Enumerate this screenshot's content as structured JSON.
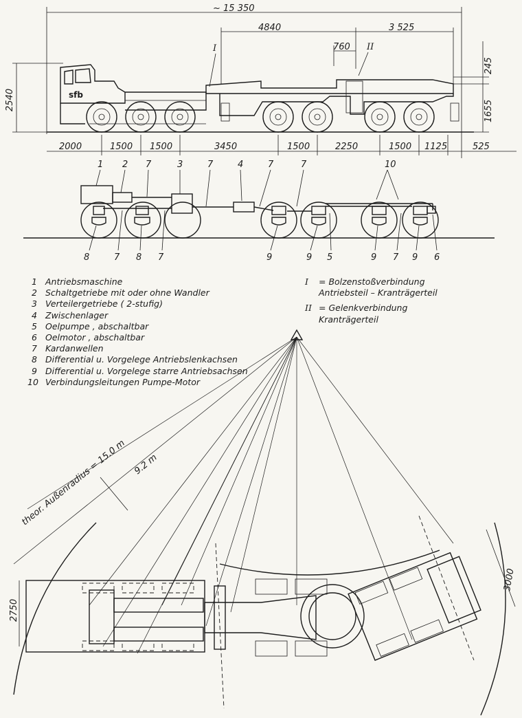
{
  "top_view": {
    "dims": {
      "overall": "~ 15 350",
      "d4840": "4840",
      "d3525": "3 525",
      "d760": "760",
      "d245": "245",
      "d1655": "1655",
      "d2540": "2540",
      "bottom": [
        "2000",
        "1500",
        "1500",
        "3450",
        "1500",
        "2250",
        "1500",
        "1125",
        "525"
      ]
    },
    "markers": {
      "I": "I",
      "II": "II"
    },
    "logo": "sfb"
  },
  "drivetrain": {
    "top_labels": [
      "1",
      "2",
      "7",
      "3",
      "7",
      "4",
      "7",
      "7",
      "10"
    ],
    "bottom_labels": [
      "8",
      "7",
      "8",
      "7",
      "9",
      "9",
      "5",
      "9",
      "7",
      "9",
      "6"
    ]
  },
  "legend": {
    "items": [
      {
        "key": "1",
        "text": "Antriebsmaschine"
      },
      {
        "key": "2",
        "text": "Schaltgetriebe mit oder ohne Wandler"
      },
      {
        "key": "3",
        "text": "Verteilergetriebe ( 2-stufig)"
      },
      {
        "key": "4",
        "text": "Zwischenlager"
      },
      {
        "key": "5",
        "text": "Oelpumpe , abschaltbar"
      },
      {
        "key": "6",
        "text": "Oelmotor , abschaltbar"
      },
      {
        "key": "7",
        "text": "Kardanwellen"
      },
      {
        "key": "8",
        "text": "Differential u. Vorgelege  Antriebslenkachsen"
      },
      {
        "key": "9",
        "text": "Differential u. Vorgelege  starre Antriebsachsen"
      },
      {
        "key": "10",
        "text": "Verbindungsleitungen Pumpe-Motor"
      }
    ],
    "notes": [
      {
        "key": "I",
        "line1": "= Bolzenstoßverbindung",
        "line2": "Antriebsteil – Kranträgerteil"
      },
      {
        "key": "II",
        "line1": "= Gelenkverbindung",
        "line2": "Kranträgerteil"
      }
    ]
  },
  "plan_view": {
    "radius_outer": "theor. Außenradius = 15.0 m",
    "radius_inner": "9.2 m",
    "width": "2750",
    "width_rear": "3000"
  }
}
